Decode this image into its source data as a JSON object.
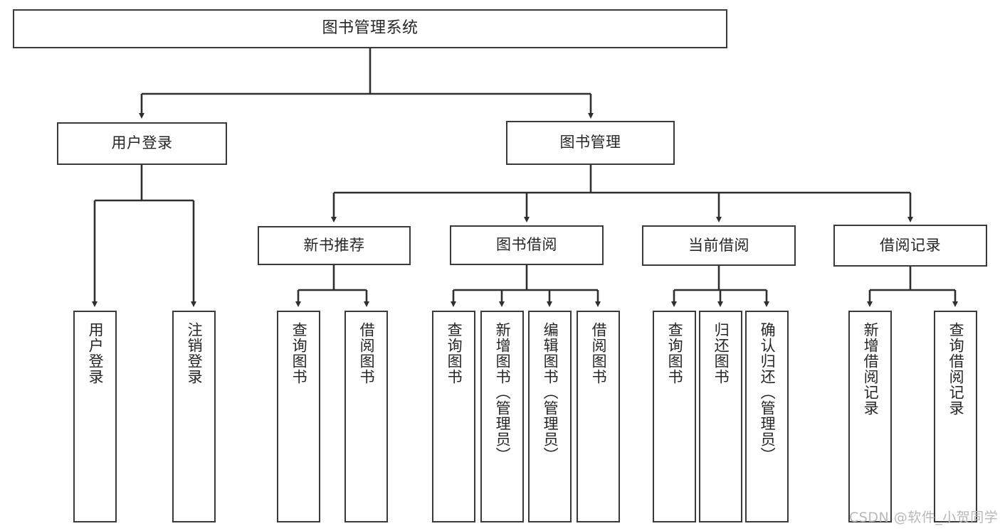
{
  "diagram": {
    "title": "图书管理系统",
    "type": "tree-hierarchy-diagram",
    "colors": {
      "background": "#ffffff",
      "box_border": "#3a3a3a",
      "box_fill": "#ffffff",
      "text": "#262626",
      "edge": "#2f2f2f",
      "watermark": "#b8b8b8"
    },
    "root": {
      "label": "图书管理系统"
    },
    "level2": [
      {
        "label": "用户登录"
      },
      {
        "label": "图书管理"
      }
    ],
    "level3": [
      {
        "label": "新书推荐"
      },
      {
        "label": "图书借阅"
      },
      {
        "label": "当前借阅"
      },
      {
        "label": "借阅记录"
      }
    ],
    "leaves": {
      "user_login": [
        {
          "label": "用户登录"
        },
        {
          "label": "注销登录"
        }
      ],
      "new_book_recommend": [
        {
          "label": "查询图书"
        },
        {
          "label": "借阅图书"
        }
      ],
      "book_borrow": [
        {
          "label": "查询图书"
        },
        {
          "label": "新增图书（管理员）"
        },
        {
          "label": "编辑图书（管理员）"
        },
        {
          "label": "借阅图书"
        }
      ],
      "current_borrow": [
        {
          "label": "查询图书"
        },
        {
          "label": "归还图书"
        },
        {
          "label": "确认归还（管理员）"
        }
      ],
      "borrow_record": [
        {
          "label": "新增借阅记录"
        },
        {
          "label": "查询借阅记录"
        }
      ]
    }
  },
  "watermark": {
    "text": "CSDN @软件_小贺同学"
  }
}
